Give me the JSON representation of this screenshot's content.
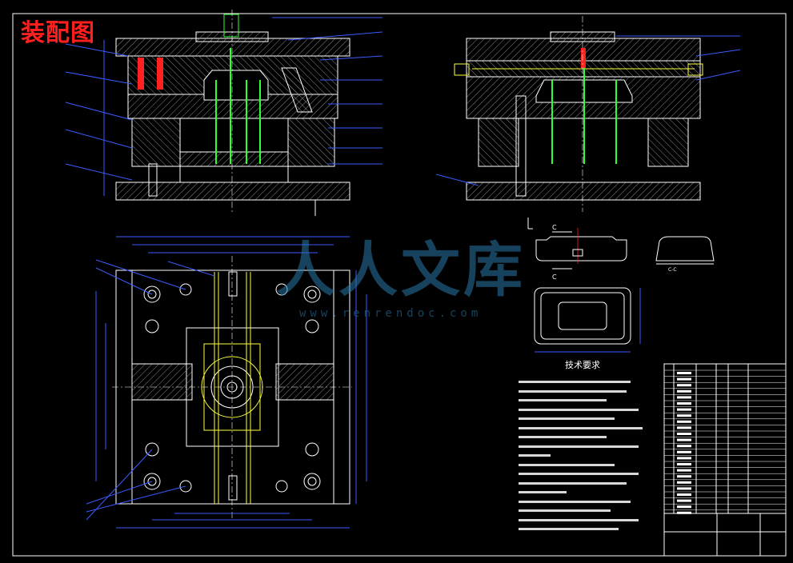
{
  "drawing": {
    "title": "装配图",
    "watermark": "人人文库",
    "watermark_url": "www.renrendoc.com",
    "section_label": "C",
    "section_view_label": "C-C",
    "tech_requirements_title": "技术要求",
    "colors": {
      "background": "#000000",
      "outline": "#ffffff",
      "frame": "#ffffff",
      "dimension": "#3a5bff",
      "leader": "#3a5bff",
      "hatch": "#8a8a8a",
      "pin": "#30ff30",
      "cavity": "#ffff40",
      "title": "#ff1f1f",
      "watermark": "#2878aa"
    }
  }
}
